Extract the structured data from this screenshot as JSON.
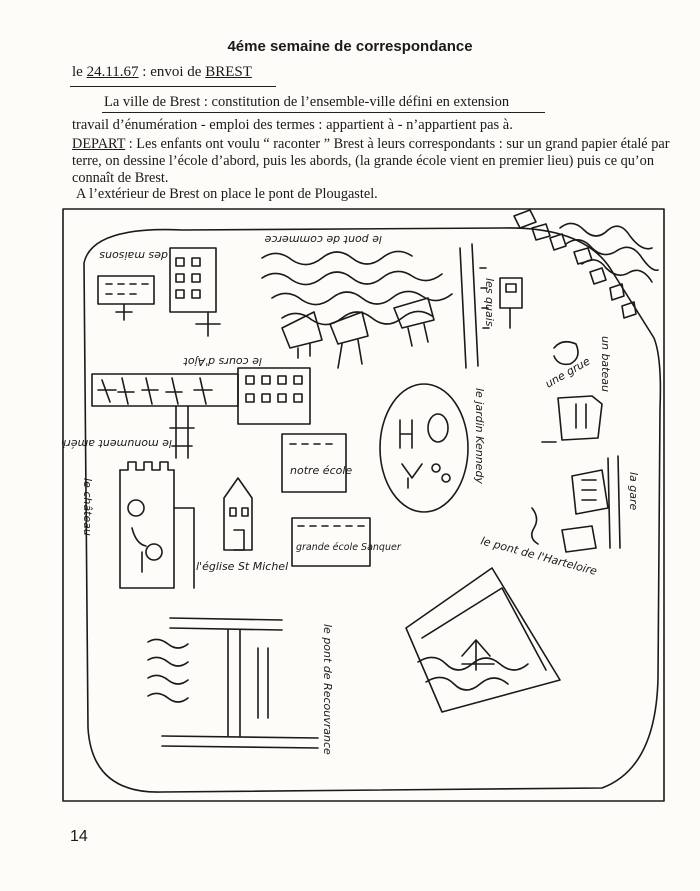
{
  "heading": "4éme semaine de correspondance",
  "date_line": {
    "prefix": "le",
    "date": "24.11.67",
    "middle": ": envoi de",
    "city": "BREST"
  },
  "subtitle": "La ville de Brest : constitution de l’ensemble-ville défini en extension",
  "paragraph1": "travail d’énumération - emploi des termes : appartient à - n’appartient pas à.",
  "paragraph2": {
    "label": "DEPART",
    "text": " : Les enfants ont voulu “ raconter ” Brest à leurs correspondants : sur un grand papier étalé par terre, on dessine l’école d’abord, puis les abords, (la grande école vient en premier lieu) puis ce qu’on connaît de Brest."
  },
  "paragraph3": "A l’extérieur de Brest on place le pont de Plougastel.",
  "map_labels": {
    "des_maisons": "des maisons",
    "le_pont_de_commerce": "le pont de commerce",
    "les_quais": "les quais",
    "le_cours_dajot": "le cours d'Ajot",
    "le_monument_americain": "le monument américain",
    "le_chateau": "le château",
    "notre_ecole": "notre école",
    "grande_ecole": "grande école Sanquer",
    "leglise_st_michel": "l'église St Michel",
    "le_jardin_kennedy": "le jardin Kennedy",
    "une_grue": "une grue",
    "un_bateau": "un bateau",
    "la_gare": "la gare",
    "le_pont_harteloire": "le pont de l'Harteloire",
    "le_pont_recouvrance": "le pont de Recouvrance"
  },
  "page_number": "14"
}
